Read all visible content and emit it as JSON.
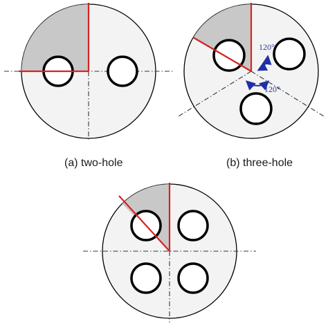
{
  "captions": {
    "two_hole": "(a) two-hole",
    "three_hole": "(b) three-hole"
  },
  "angles": {
    "upper": "120°",
    "lower": "120°"
  },
  "colors": {
    "symmetry_line": "#d62222",
    "angle_arrow": "#1f2fa8",
    "shaded_sector": "#bdbdbd"
  }
}
